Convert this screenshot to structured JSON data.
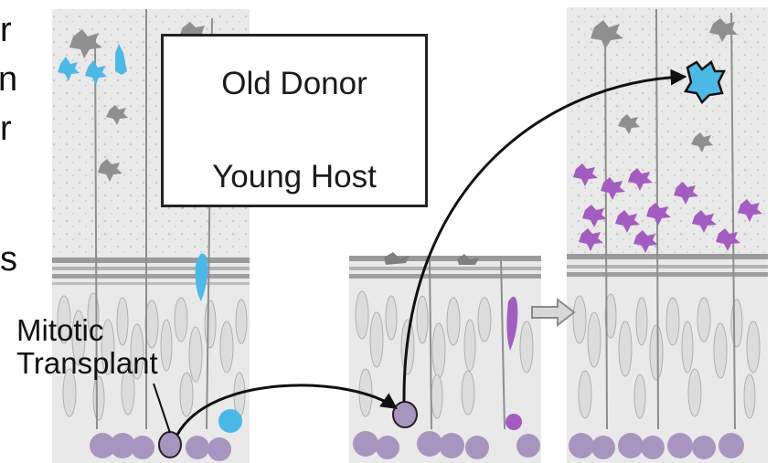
{
  "label_box": {
    "line1": "Old Donor",
    "line2": "Young Host"
  },
  "mitotic_label": {
    "line1": "Mitotic",
    "line2": "Transplant"
  },
  "edge_fragments": [
    "r",
    "n",
    "r",
    "s"
  ],
  "colors": {
    "donor_cell": "#4db8e6",
    "host_cell": "#a35cc0",
    "nucleus": "#a795c0",
    "tissue": "#d6d6d6",
    "tissue_dark": "#808080"
  }
}
